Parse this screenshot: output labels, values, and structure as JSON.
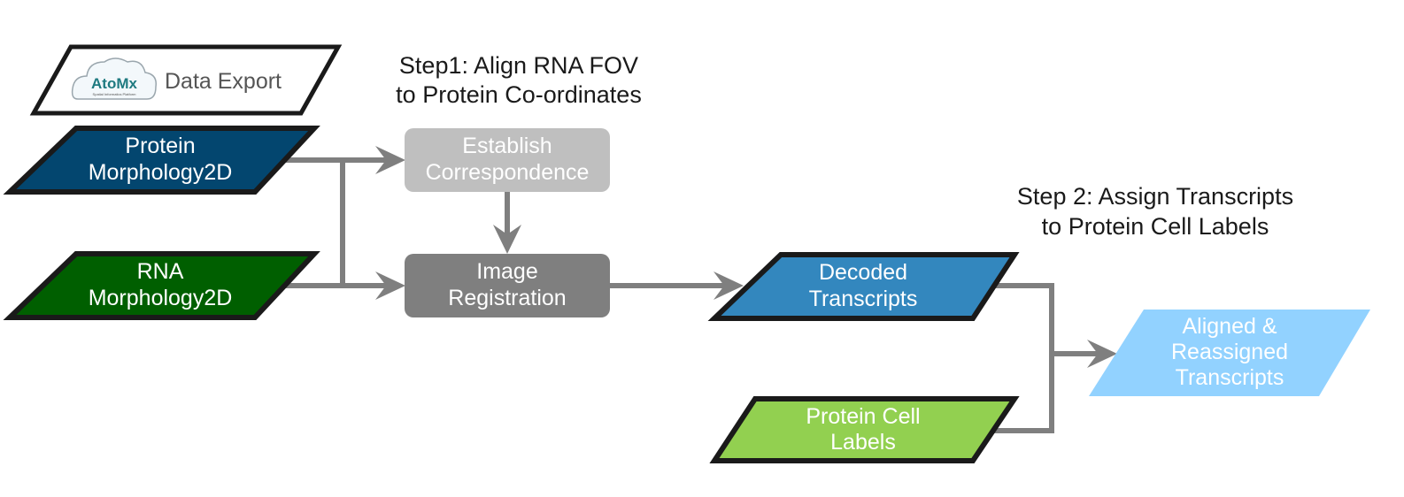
{
  "titles": {
    "step1": [
      "Step1: Align RNA FOV",
      "to Protein Co-ordinates"
    ],
    "step2": [
      "Step 2: Assign Transcripts",
      "to Protein Cell Labels"
    ]
  },
  "logo": {
    "brand": "AtoMx",
    "tagline": "Spatial Informatics Platform",
    "label": "Data Export"
  },
  "nodes": {
    "protein_morphology": {
      "lines": [
        "Protein",
        "Morphology2D"
      ],
      "color": "#03466f"
    },
    "rna_morphology": {
      "lines": [
        "RNA",
        "Morphology2D"
      ],
      "color": "#005f00"
    },
    "establish_correspondence": {
      "lines": [
        "Establish",
        "Correspondence"
      ],
      "color": "#bfbfbf"
    },
    "image_registration": {
      "lines": [
        "Image",
        "Registration"
      ],
      "color": "#7f7f7f"
    },
    "decoded_transcripts": {
      "lines": [
        "Decoded",
        "Transcripts"
      ],
      "color": "#3387be"
    },
    "protein_cell_labels": {
      "lines": [
        "Protein Cell",
        "Labels"
      ],
      "color": "#92d050"
    },
    "aligned_transcripts": {
      "lines": [
        "Aligned &",
        "Reassigned",
        "Transcripts"
      ],
      "color": "#92d2ff"
    }
  },
  "colors": {
    "connector": "#7f7f7f",
    "outline": "#1a1a1a",
    "node_text": "#ffffff",
    "brand_teal": "#1f7a80"
  }
}
